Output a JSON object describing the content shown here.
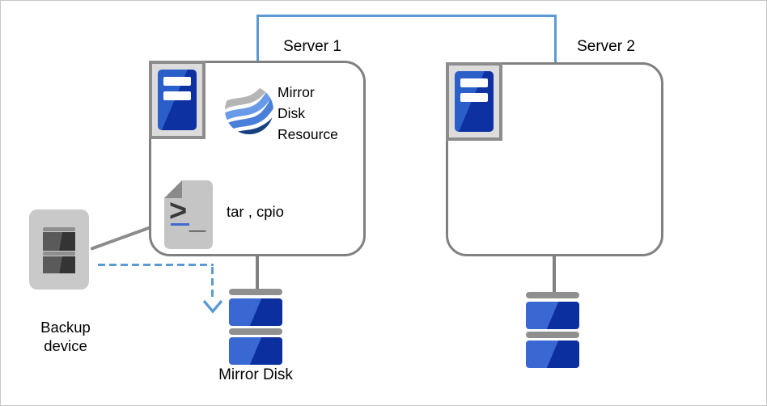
{
  "diagram_type": "cluster-mirror-disk-backup-diagram",
  "servers": [
    {
      "label": "Server 1"
    },
    {
      "label": "Server 2"
    }
  ],
  "resource": {
    "line1": "Mirror",
    "line2": "Disk",
    "line3": "Resource"
  },
  "commands": {
    "label": "tar , cpio"
  },
  "script_icon": {
    "prompt": ">",
    "underscore": "_"
  },
  "backup": {
    "line1": "Backup",
    "line2": "device"
  },
  "disk": {
    "label": "Mirror Disk"
  },
  "icons": {
    "server": "server-tower-icon",
    "resource": "wave-globe-icon",
    "script": "script-file-icon",
    "backup": "tape-drive-icon",
    "disk": "disk-stack-icon",
    "arrow": "dashed-arrow-down-icon"
  },
  "colors": {
    "link_blue": "#5b9bd5",
    "box_border_gray": "#808080",
    "server_blue_light": "#2a5ec9",
    "server_blue_dark": "#0d31a0",
    "disk_blue_light": "#3a68d2",
    "disk_blue_dark": "#0c2fa0",
    "globe_gray": "#b5b5b5",
    "globe_blue_light": "#699ae8",
    "globe_blue_mid": "#4a7fd9",
    "globe_blue_dark": "#16407f",
    "device_gray": "#c9c9c9",
    "page_gray": "#c5c5c5",
    "fold_gray": "#8a8a8a"
  }
}
